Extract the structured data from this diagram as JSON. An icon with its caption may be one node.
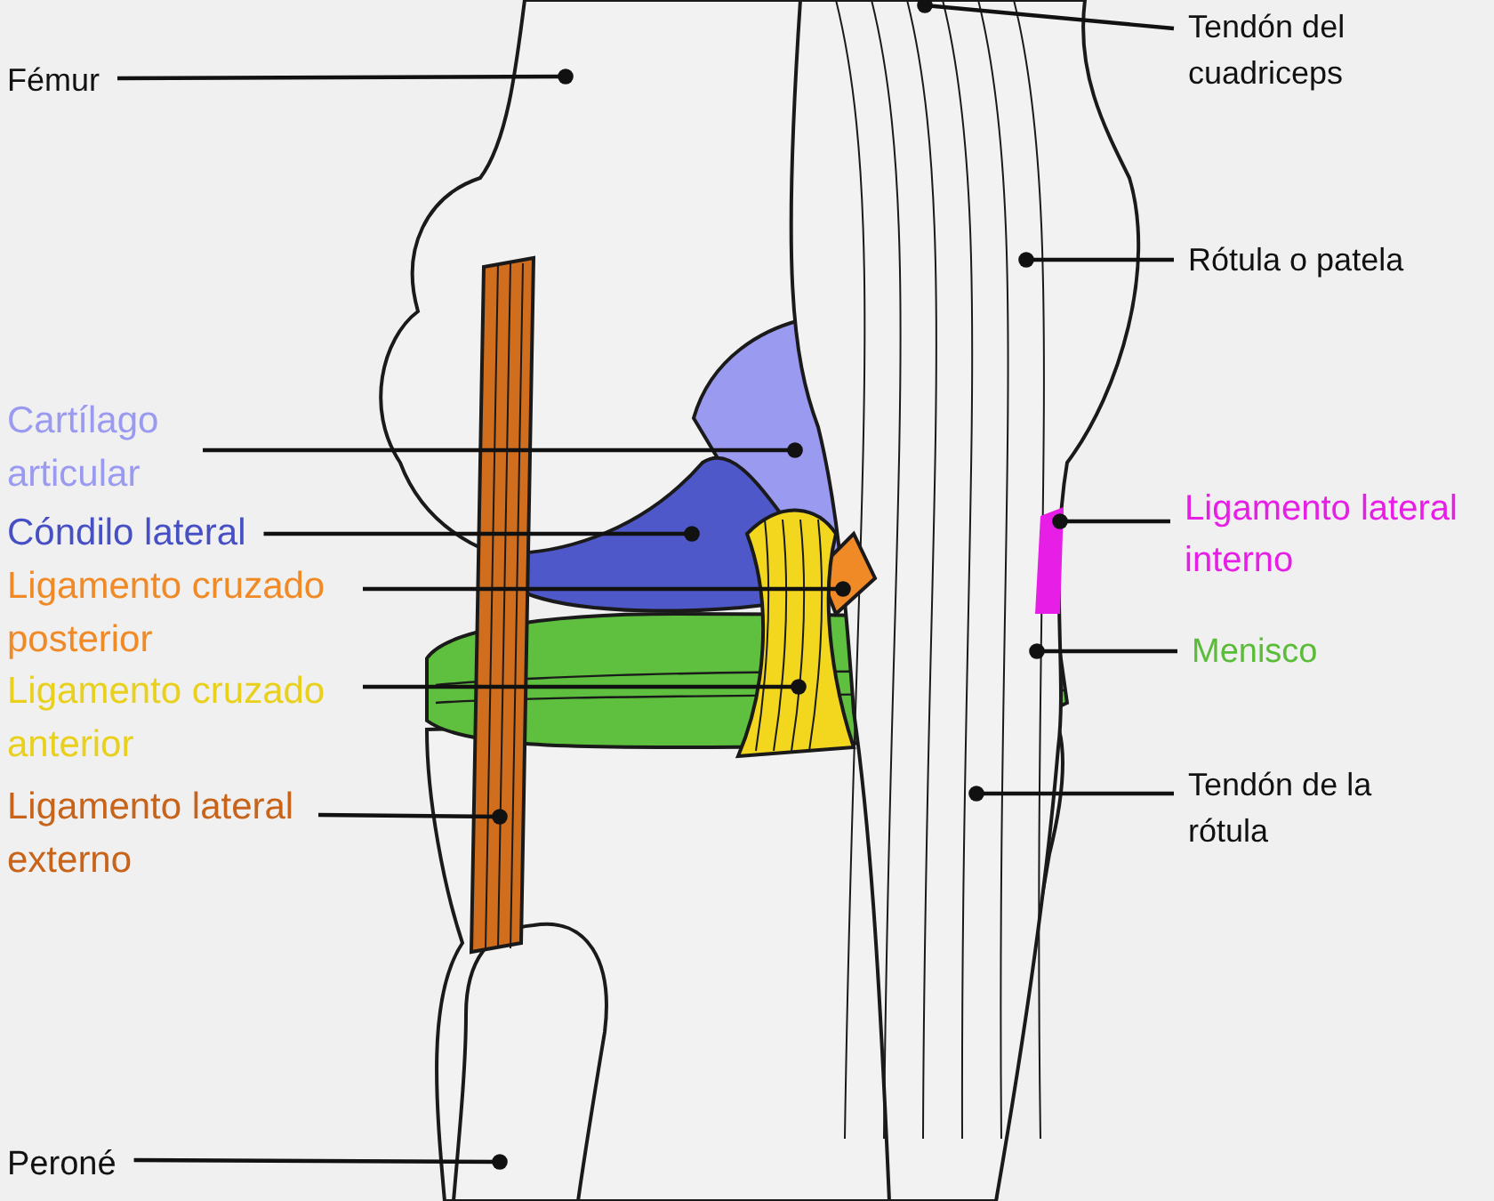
{
  "diagram": {
    "nodes": [
      {
        "text": [
          "Fémur"
        ]
      },
      {
        "text": [
          "Tendón del cuadriceps"
        ]
      },
      {
        "text": [
          "Rótula o patela"
        ]
      },
      {
        "text": [
          "Cartílago articular"
        ]
      },
      {
        "text": [
          "Cóndilo lateral"
        ]
      },
      {
        "text": [
          "Ligamento cruzado posterior"
        ]
      },
      {
        "text": [
          "Ligamento lateral interno"
        ]
      },
      {
        "text": [
          "Menisco"
        ]
      },
      {
        "text": [
          "Ligamento cruzado anterior"
        ]
      },
      {
        "text": [
          "Tendón de la rótula"
        ]
      },
      {
        "text": [
          "Ligamento lateral externo"
        ]
      },
      {
        "text": [
          "Peroné"
        ]
      }
    ],
    "edges": [
      {
        "from": 0,
        "to": null,
        "arrow": "other"
      },
      {
        "from": 1,
        "to": null,
        "arrow": "other"
      },
      {
        "from": 2,
        "to": null,
        "arrow": "other"
      },
      {
        "from": 3,
        "to": null,
        "arrow": "other"
      },
      {
        "from": 4,
        "to": null,
        "arrow": "other"
      },
      {
        "from": 5,
        "to": null,
        "arrow": "other"
      },
      {
        "from": 6,
        "to": null,
        "arrow": "other"
      },
      {
        "from": 7,
        "to": null,
        "arrow": "other"
      },
      {
        "from": 8,
        "to": null,
        "arrow": "other"
      },
      {
        "from": 9,
        "to": null,
        "arrow": "other"
      },
      {
        "from": 10,
        "to": null,
        "arrow": "other"
      },
      {
        "from": 11,
        "to": null,
        "arrow": "other"
      }
    ]
  }
}
